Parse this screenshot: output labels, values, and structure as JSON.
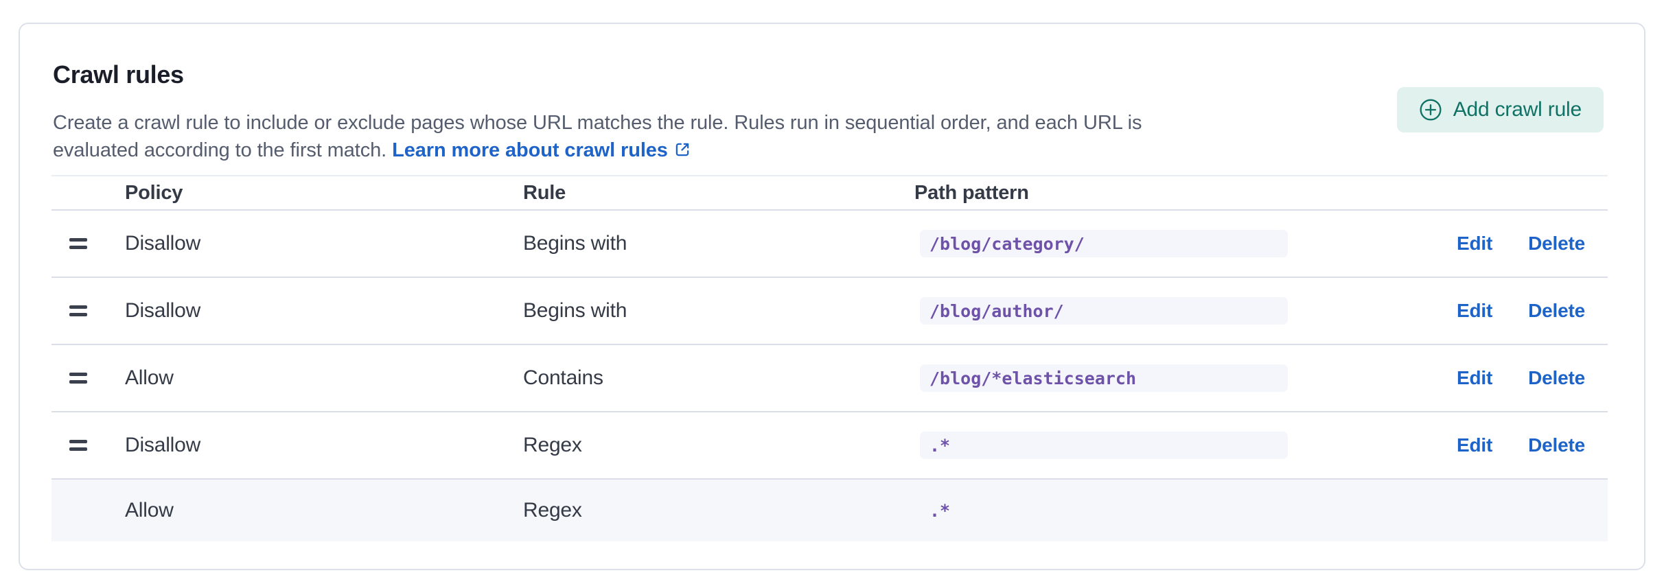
{
  "panel": {
    "title": "Crawl rules",
    "description": "Create a crawl rule to include or exclude pages whose URL matches the rule. Rules run in sequential order, and each URL is evaluated according to the first match.",
    "link_label": "Learn more about crawl rules",
    "add_button_label": "Add crawl rule"
  },
  "icons": {
    "add_button": "plus-in-circle-icon",
    "link": "external-link-icon",
    "row_drag": "grab-handle-icon"
  },
  "colors": {
    "link_blue": "#1e63c7",
    "code_purple": "#6e51a8",
    "code_background": "#f4f6fb",
    "button_background": "#e1f1ed",
    "button_text": "#0f7265",
    "striped_row_background": "#f5f7fa",
    "row_border": "#d9dee9",
    "panel_border": "#dbe1ec",
    "title_text": "#1a1e28",
    "body_text": "#343a46",
    "muted_text": "#545c6d"
  },
  "table": {
    "headers": {
      "policy": "Policy",
      "rule": "Rule",
      "path_pattern": "Path pattern"
    },
    "edit_label": "Edit",
    "delete_label": "Delete",
    "rows": [
      {
        "policy": "Disallow",
        "rule": "Begins with",
        "path_pattern": "/blog/category/",
        "draggable": true,
        "has_actions": true,
        "pattern_boxed": true,
        "highlighted": false
      },
      {
        "policy": "Disallow",
        "rule": "Begins with",
        "path_pattern": "/blog/author/",
        "draggable": true,
        "has_actions": true,
        "pattern_boxed": true,
        "highlighted": false
      },
      {
        "policy": "Allow",
        "rule": "Contains",
        "path_pattern": "/blog/*elasticsearch",
        "draggable": true,
        "has_actions": true,
        "pattern_boxed": true,
        "highlighted": false
      },
      {
        "policy": "Disallow",
        "rule": "Regex",
        "path_pattern": ".*",
        "draggable": true,
        "has_actions": true,
        "pattern_boxed": true,
        "highlighted": false
      },
      {
        "policy": "Allow",
        "rule": "Regex",
        "path_pattern": ".*",
        "draggable": false,
        "has_actions": false,
        "pattern_boxed": false,
        "highlighted": true
      }
    ]
  }
}
